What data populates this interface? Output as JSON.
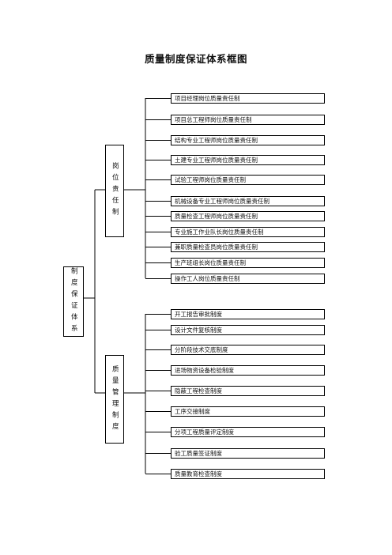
{
  "title": "质量制度保证体系框图",
  "root": {
    "label": "制度保证体系"
  },
  "groups": [
    {
      "label": "岗位责任制",
      "items": [
        "项目经理岗位质量责任制",
        "项目总工程师岗位质量责任制",
        "结构专业工程师岗位质量责任制",
        "土建专业工程师岗位质量责任制",
        "试验工程师岗位质量责任制",
        "机械设备专业工程师岗位质量责任制",
        "质量检查工程师岗位质量责任制",
        "专业施工作业队长岗位质量责任制",
        "兼职质量检查员岗位质量责任制",
        "生产班组长岗位质量责任制",
        "操作工人岗位质量责任制"
      ]
    },
    {
      "label": "质量管理制度",
      "items": [
        "开工报告审批制度",
        "设计文件复核制度",
        "分阶段技术交底制度",
        "进场物资设备检验制度",
        "隐蔽工程检查制度",
        "工序交接制度",
        "分项工程质量评定制度",
        "验工质量签证制度",
        "质量教育检查制度"
      ]
    }
  ]
}
